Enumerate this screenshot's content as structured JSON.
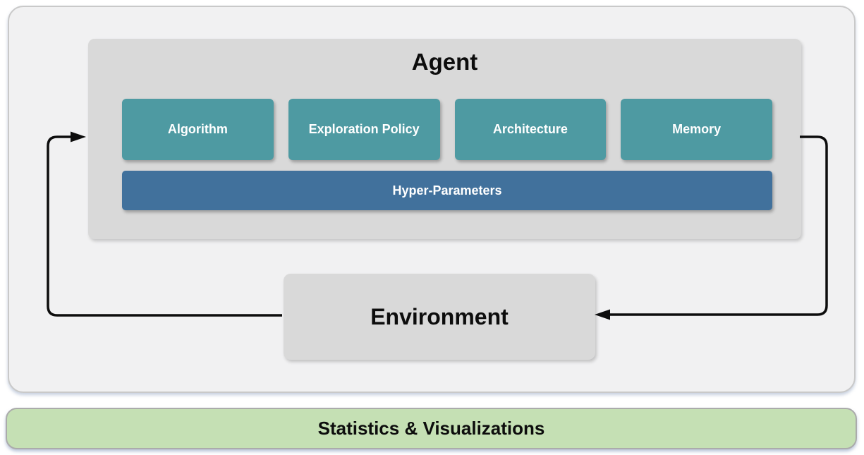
{
  "diagram": {
    "agent": {
      "title": "Agent",
      "components": [
        "Algorithm",
        "Exploration Policy",
        "Architecture",
        "Memory"
      ],
      "hyper_parameters_label": "Hyper-Parameters"
    },
    "environment": {
      "title": "Environment"
    },
    "stats_bar": {
      "label": "Statistics & Visualizations"
    },
    "colors": {
      "component_teal": "#4E9AA2",
      "hyper_parameters_blue": "#41719C",
      "box_gray": "#D9D9D9",
      "panel_gray": "#F1F1F2",
      "stats_green": "#C5E0B4",
      "stats_border_gray": "#ABABAB",
      "arrow_black": "#0D0D0D"
    }
  }
}
